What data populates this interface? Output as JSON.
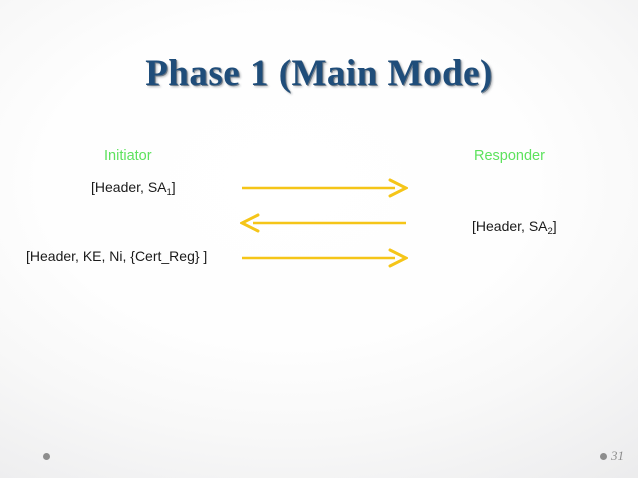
{
  "slide": {
    "title": "Phase 1 (Main Mode)",
    "title_color": "#1f4d7a",
    "background_color": "#f4f4f5"
  },
  "diagram": {
    "roles": {
      "initiator": "Initiator",
      "responder": "Responder",
      "color": "#5de25d"
    },
    "messages": [
      {
        "prefix": "[Header, SA",
        "subscript": "1",
        "suffix": "]",
        "side": "initiator",
        "direction": "right"
      },
      {
        "prefix": "[Header, SA",
        "subscript": "2",
        "suffix": "]",
        "side": "responder",
        "direction": "left"
      },
      {
        "prefix": "[Header, KE, Ni, {Cert_Reg} ]",
        "subscript": "",
        "suffix": "",
        "side": "initiator",
        "direction": "right"
      }
    ],
    "arrow_color": "#f5c518"
  },
  "footer": {
    "page_number": "31",
    "bullet_color": "#8d8d8d"
  }
}
